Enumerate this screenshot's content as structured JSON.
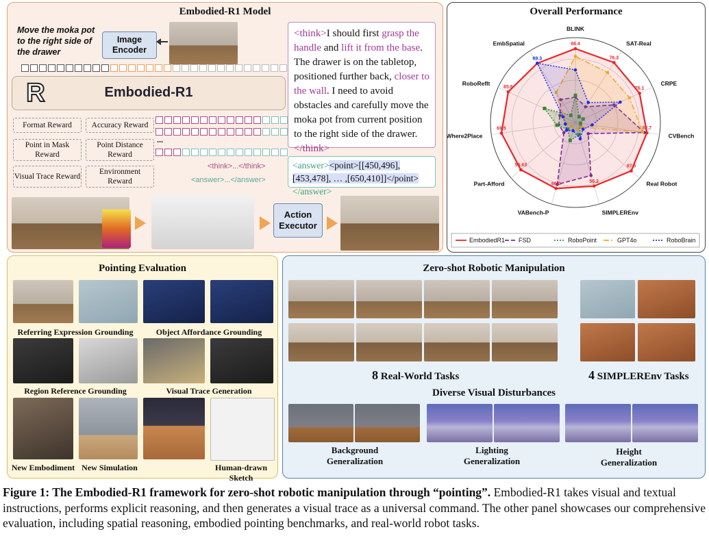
{
  "model_panel": {
    "title": "Embodied-R1 Model",
    "instruction": "Move the moka pot to the right side of the drawer",
    "image_encoder": "Image Encoder",
    "model_name": "Embodied-R1",
    "rewards": [
      "Format Reward",
      "Accuracy Reward",
      "Point in Mask Reward",
      "Point Distance Reward",
      "Visual Trace Reward",
      "Environment Reward"
    ],
    "ellipsis": "...",
    "think_tag": "<think>...</think>",
    "answer_tag": "<answer>...</answer>",
    "reasoning_segments": [
      {
        "text": "<think>",
        "color": "#a0399a"
      },
      {
        "text": "I should first ",
        "color": "#111111"
      },
      {
        "text": "grasp the handle",
        "color": "#a0399a"
      },
      {
        "text": " and ",
        "color": "#111111"
      },
      {
        "text": "lift it from the base",
        "color": "#a0399a"
      },
      {
        "text": ". The drawer is on the tabletop, positioned further back, ",
        "color": "#111111"
      },
      {
        "text": "closer to the wall",
        "color": "#a0399a"
      },
      {
        "text": ". I need to avoid obstacles and carefully move the moka pot from current position to the right side of the drawer. ",
        "color": "#111111"
      },
      {
        "text": "</think>",
        "color": "#a0399a"
      }
    ],
    "answer_open": "<answer>",
    "answer_body": "<point>[[450,496],[453,478], … ,[650,410]]</point>",
    "answer_close": "</answer>",
    "action_executor": "Action Executor"
  },
  "chart_data": {
    "type": "radar",
    "title": "Overall Performance",
    "axes": [
      "BLINK",
      "SAT-Real",
      "CRPE",
      "CVBench",
      "Real Robot",
      "SIMPLEREnv",
      "VABench-P",
      "Part-Afford",
      "Where2Place",
      "RoboRefIt",
      "EmbSpatial"
    ],
    "max": 100,
    "value_labels": [
      "66.4",
      "76.3",
      "76.1",
      "82.7",
      "87.5",
      "56.2",
      "66.0",
      "56.63",
      "69.5",
      "85.6",
      "69.3"
    ],
    "series": [
      {
        "name": "EmbodiedR1",
        "color": "#e8262a",
        "dash": "",
        "width": 2.2,
        "fill": "rgba(232,38,42,0.12)",
        "marker": "circle",
        "values": [
          87,
          84,
          83,
          85,
          87,
          78,
          81,
          85,
          88,
          87,
          83
        ]
      },
      {
        "name": "FSD",
        "color": "#7a2a8e",
        "dash": "6,3",
        "width": 1.6,
        "fill": "rgba(122,42,142,0.15)",
        "marker": "circle",
        "values": [
          30,
          22,
          50,
          82,
          20,
          65,
          76,
          18,
          20,
          20,
          32
        ]
      },
      {
        "name": "RoboPoint",
        "color": "#2e8b2e",
        "dash": "2,2",
        "width": 1.5,
        "fill": "rgba(46,139,46,0.18)",
        "marker": "square",
        "values": [
          32,
          8,
          10,
          6,
          8,
          15,
          22,
          12,
          22,
          40,
          10
        ]
      },
      {
        "name": "GPT4o",
        "color": "#f0a81a",
        "dash": "8,3,2,3",
        "width": 1.5,
        "fill": "rgba(240,168,26,0.15)",
        "marker": "circle",
        "values": [
          78,
          70,
          70,
          80,
          8,
          8,
          10,
          6,
          10,
          15,
          42
        ]
      },
      {
        "name": "RoboBrain",
        "color": "#1a2ce8",
        "dash": "2,2",
        "width": 1.5,
        "fill": "rgba(26,44,232,0.12)",
        "marker": "circle",
        "values": [
          62,
          28,
          58,
          20,
          12,
          20,
          10,
          14,
          12,
          16,
          83
        ]
      }
    ]
  },
  "pointing_panel": {
    "title": "Pointing Evaluation",
    "captions": [
      "Referring Expression Grounding",
      "Object Affordance Grounding",
      "Region Reference Grounding",
      "Visual Trace Generation",
      "New Embodiment",
      "New Simulation",
      "Human-drawn Sketch"
    ]
  },
  "zero_shot_panel": {
    "title": "Zero-shot Robotic Manipulation",
    "real_world_count": "8",
    "real_world_label": "Real-World Tasks",
    "simpler_count": "4",
    "simpler_label": "SIMPLEREnv Tasks",
    "disturbances_title": "Diverse Visual Disturbances",
    "disturbances": [
      {
        "line1": "Background",
        "line2": "Generalization"
      },
      {
        "line1": "Lighting",
        "line2": "Generalization"
      },
      {
        "line1": "Height",
        "line2": "Generalization"
      }
    ]
  },
  "figure_caption": {
    "bold": "Figure 1: The Embodied-R1 framework for zero-shot robotic manipulation through “pointing”.",
    "body": " Embodied-R1 takes visual and textual instructions, performs explicit reasoning, and then generates a visual trace as a universal command. The other panel showcases our comprehensive evaluation, including spatial reasoning, embodied pointing benchmarks, and real-world robot tasks."
  }
}
